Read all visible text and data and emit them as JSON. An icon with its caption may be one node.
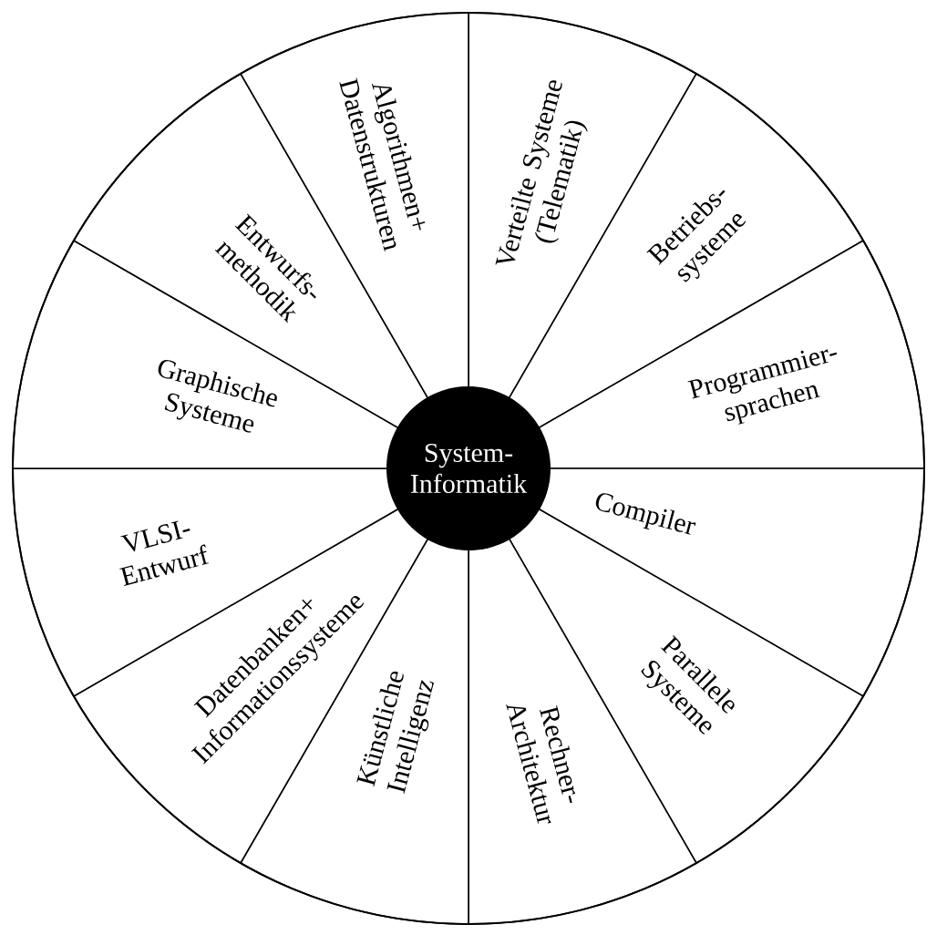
{
  "diagram": {
    "nodes": [
      {
        "text": [
          "System- Informatik"
        ]
      },
      {
        "text": [
          "Verteilte Systeme (Telematik)"
        ]
      },
      {
        "text": [
          "Betriebs- systeme"
        ]
      },
      {
        "text": [
          "Programmier- sprachen"
        ]
      },
      {
        "text": [
          "Compiler"
        ]
      },
      {
        "text": [
          "Parallele Systeme"
        ]
      },
      {
        "text": [
          "Rechner- Architektur"
        ]
      },
      {
        "text": [
          "Künstliche Intelligenz"
        ]
      },
      {
        "text": [
          "Datenbanken+ Informationssysteme"
        ]
      },
      {
        "text": [
          "VLSI- Entwurf"
        ]
      },
      {
        "text": [
          "Graphische Systeme"
        ]
      },
      {
        "text": [
          "Entwurfs- methodik"
        ]
      },
      {
        "text": [
          "Algorithmen+ Datenstrukturen"
        ]
      }
    ]
  }
}
